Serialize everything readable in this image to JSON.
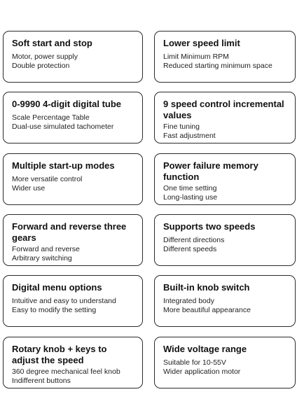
{
  "features": [
    {
      "title": "Soft start and stop",
      "lines": [
        "Motor, power supply",
        "Double protection"
      ]
    },
    {
      "title": "Lower speed limit",
      "lines": [
        "Limit Minimum RPM",
        "Reduced starting minimum space"
      ]
    },
    {
      "title": "0-9990 4-digit digital tube",
      "lines": [
        "Scale Percentage Table",
        "Dual-use simulated tachometer"
      ]
    },
    {
      "title": "9 speed control incremental values",
      "lines": [
        "Fine tuning",
        "Fast adjustment"
      ]
    },
    {
      "title": "Multiple start-up modes",
      "lines": [
        "More versatile control",
        "Wider use"
      ]
    },
    {
      "title": "Power failure memory function",
      "lines": [
        "One time setting",
        "Long-lasting use"
      ]
    },
    {
      "title": "Forward and reverse three gears",
      "lines": [
        "Forward and reverse",
        "Arbitrary switching"
      ]
    },
    {
      "title": "Supports two speeds",
      "lines": [
        "Different directions",
        "Different speeds"
      ]
    },
    {
      "title": "Digital menu options",
      "lines": [
        "Intuitive and easy to understand",
        "Easy to modify the setting"
      ]
    },
    {
      "title": "Built-in knob switch",
      "lines": [
        "Integrated body",
        "More beautiful appearance"
      ]
    },
    {
      "title": "Rotary knob + keys to adjust the speed",
      "lines": [
        "360 degree mechanical feel knob",
        "Indifferent buttons"
      ]
    },
    {
      "title": "Wide voltage range",
      "lines": [
        "Suitable for 10-55V",
        "Wider application motor"
      ]
    }
  ]
}
